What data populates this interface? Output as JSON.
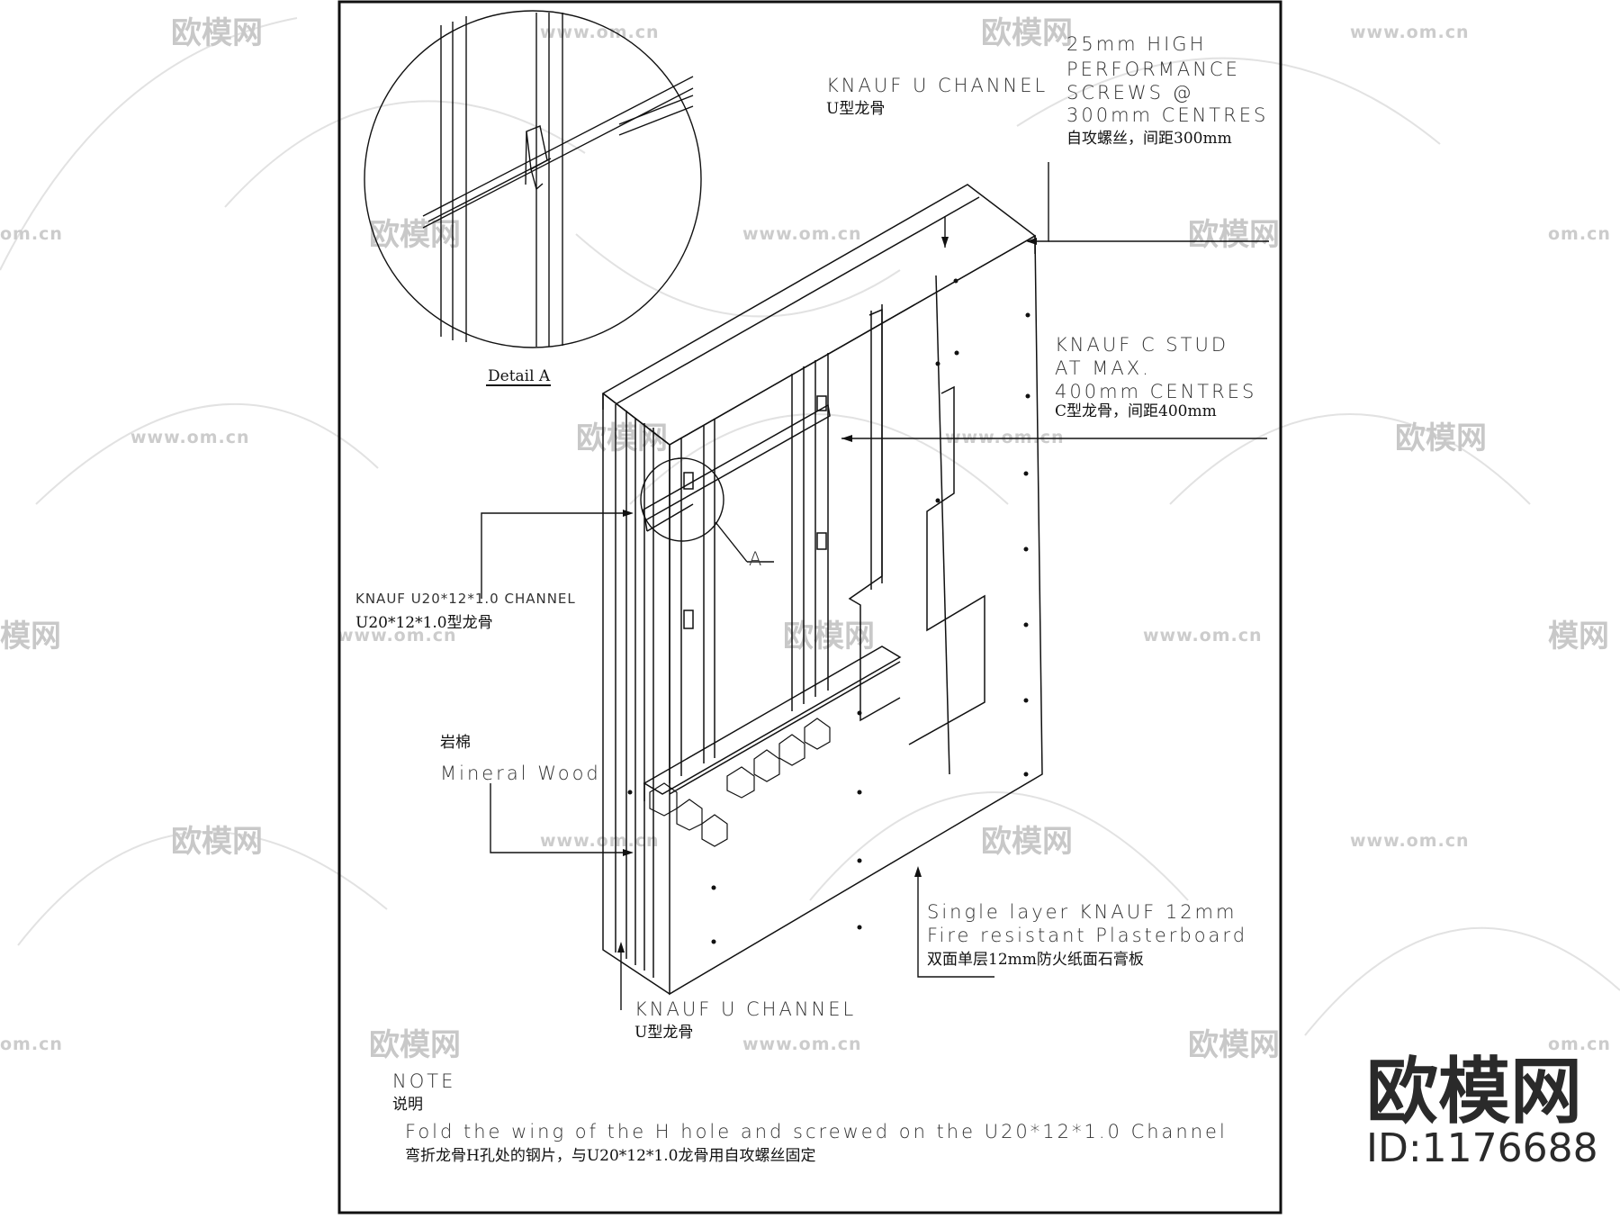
{
  "drawing": {
    "detail_title": "Detail A",
    "callout_letter": "A",
    "labels": {
      "u_channel_top_en": "KNAUF  U  CHANNEL",
      "u_channel_top_zh": "U型龙骨",
      "screws_en_1": "25mm HIGH",
      "screws_en_2": "PERFORMANCE",
      "screws_en_3": "SCREWS @",
      "screws_en_4": "300mm  CENTRES",
      "screws_zh": "自攻螺丝，间距300mm",
      "c_stud_en_1": "KNAUF  C  STUD",
      "c_stud_en_2": "AT  MAX.",
      "c_stud_en_3": "400mm  CENTRES",
      "c_stud_zh": "C型龙骨，间距400mm",
      "u20_channel_en": "KNAUF  U20*12*1.0  CHANNEL",
      "u20_channel_zh": "U20*12*1.0型龙骨",
      "mineral_zh": "岩棉",
      "mineral_en": "Mineral  Wood",
      "plasterboard_en_1": "Single  layer  KNAUF  12mm",
      "plasterboard_en_2": "Fire  resistant  Plasterboard",
      "plasterboard_zh": "双面单层12mm防火纸面石膏板",
      "u_channel_bottom_en": "KNAUF  U  CHANNEL",
      "u_channel_bottom_zh": "U型龙骨"
    },
    "note": {
      "heading_en": "NOTE",
      "heading_zh": "说明",
      "text_en": "Fold  the  wing  of  the  H  hole  and  screwed  on  the  U20*12*1.0  Channel",
      "text_zh": "弯折龙骨H孔处的钢片，与U20*12*1.0龙骨用自攻螺丝固定"
    }
  },
  "watermark": {
    "brand": "欧模网",
    "url": "www.om.cn",
    "url_partial": "om.cn",
    "brand_partial": "模网",
    "id_label": "ID:1176688"
  },
  "colors": {
    "line": "#111111",
    "watermark": "#c8c8c8"
  }
}
